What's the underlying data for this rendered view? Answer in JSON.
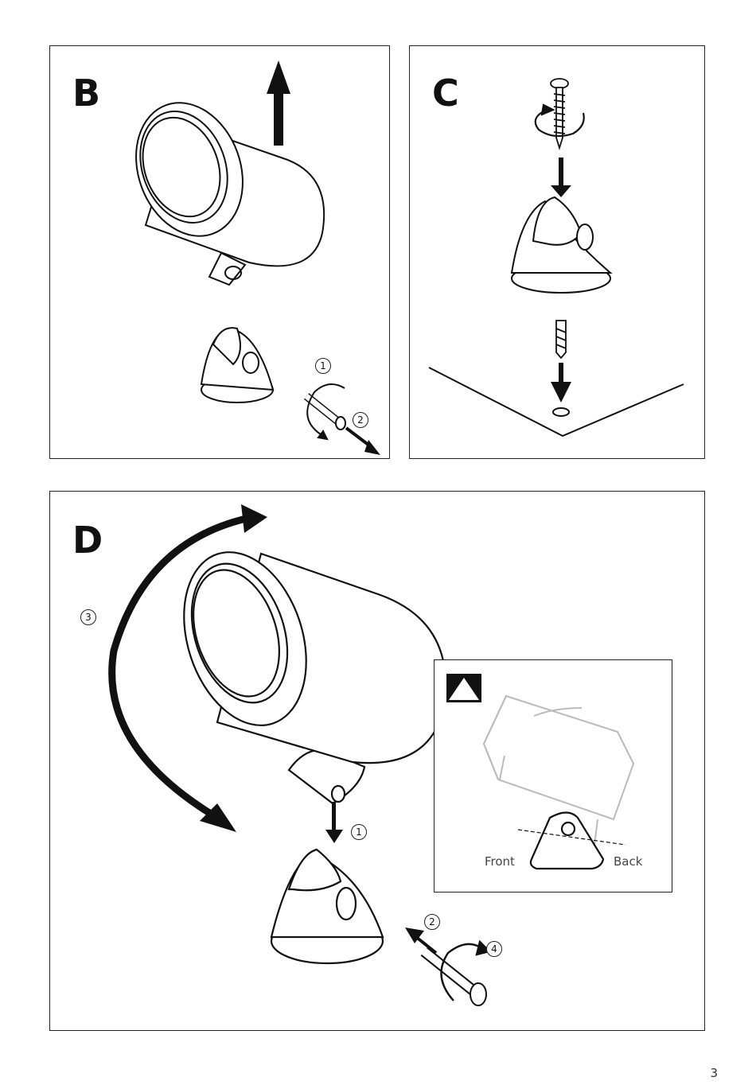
{
  "panels": {
    "b": {
      "letter": "B",
      "steps": [
        "1",
        "2"
      ]
    },
    "c": {
      "letter": "C"
    },
    "d": {
      "letter": "D",
      "steps": [
        "1",
        "2",
        "3",
        "4"
      ],
      "inset": {
        "warning_symbol": "!",
        "front_label": "Front",
        "back_label": "Back"
      }
    }
  },
  "icons": {
    "warning": "warning-icon",
    "arrow": "arrow-icon",
    "rotate": "rotate-arrow-icon"
  },
  "page_number": "3"
}
